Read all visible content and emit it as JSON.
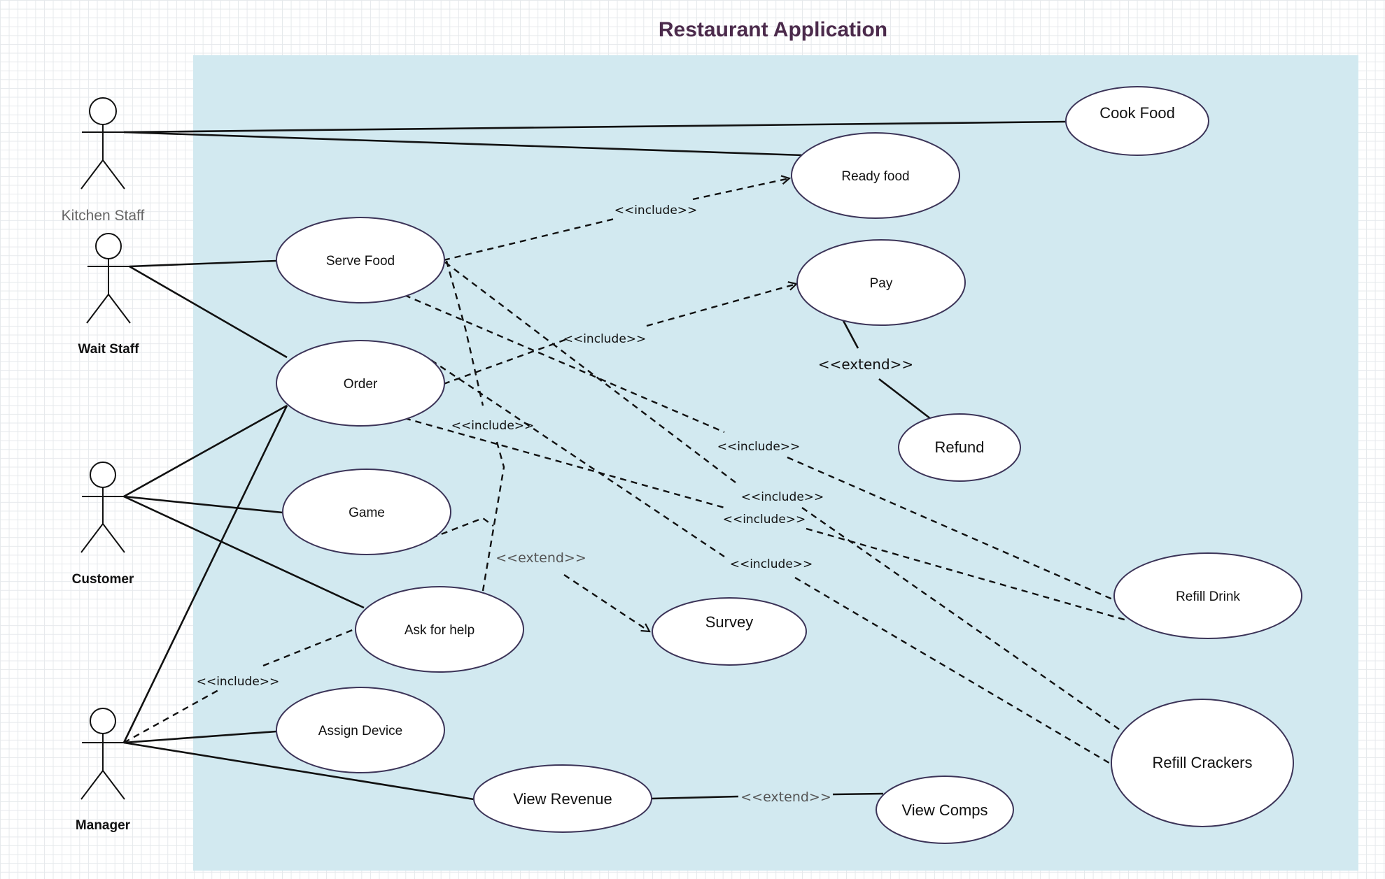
{
  "title": "Restaurant Application",
  "actors": {
    "kitchen_staff": "Kitchen Staff",
    "wait_staff": "Wait Staff",
    "customer": "Customer",
    "manager": "Manager"
  },
  "use_cases": {
    "cook_food": "Cook Food",
    "ready_food": "Ready food",
    "serve_food": "Serve Food",
    "pay": "Pay",
    "order": "Order",
    "refund": "Refund",
    "game": "Game",
    "survey": "Survey",
    "ask_for_help": "Ask for help",
    "refill_drink": "Refill Drink",
    "assign_device": "Assign Device",
    "refill_crackers": "Refill Crackers",
    "view_revenue": "View Revenue",
    "view_comps": "View Comps"
  },
  "relations": {
    "include": "<<include>>",
    "extend": "<<extend>>"
  },
  "colors": {
    "system_boundary": "#d2e9f0",
    "title": "#4b2a4b",
    "use_case_stroke": "#3c3458",
    "line": "#111111"
  }
}
